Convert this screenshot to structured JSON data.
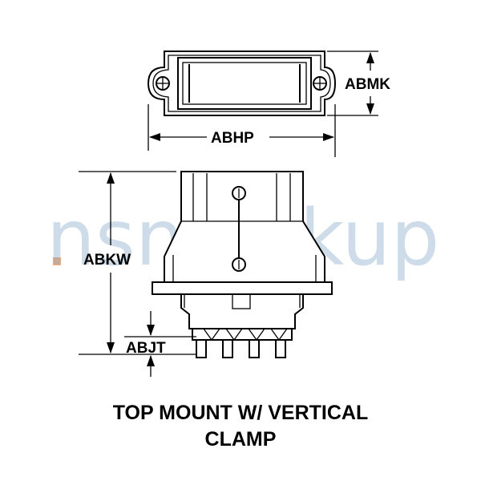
{
  "dimensions": {
    "height_top": "ABMK",
    "width_top": "ABHP",
    "overall_height": "ABKW",
    "pin_length": "ABJT"
  },
  "caption": {
    "line1": "TOP MOUNT W/ VERTICAL",
    "line2": "CLAMP"
  },
  "watermark": "nsnlookup"
}
